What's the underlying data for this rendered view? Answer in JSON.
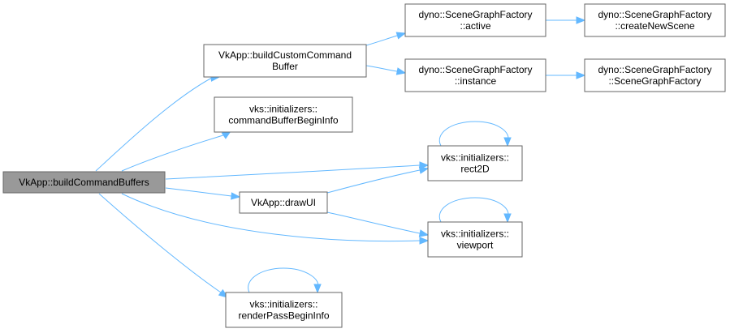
{
  "graph": {
    "colors": {
      "edge": "#63b8ff",
      "node_fill": "#ffffff",
      "root_fill": "#999999",
      "node_border": "#666666"
    },
    "nodes": [
      {
        "id": "root",
        "lines": [
          "VkApp::buildCommandBuffers"
        ],
        "root": true
      },
      {
        "id": "buildcustom",
        "lines": [
          "VkApp::buildCustomCommand",
          "Buffer"
        ]
      },
      {
        "id": "sgf_active",
        "lines": [
          "dyno::SceneGraphFactory",
          "::active"
        ]
      },
      {
        "id": "sgf_create",
        "lines": [
          "dyno::SceneGraphFactory",
          "::createNewScene"
        ]
      },
      {
        "id": "sgf_instance",
        "lines": [
          "dyno::SceneGraphFactory",
          "::instance"
        ]
      },
      {
        "id": "sgf_ctor",
        "lines": [
          "dyno::SceneGraphFactory",
          "::SceneGraphFactory"
        ]
      },
      {
        "id": "cmdbegin",
        "lines": [
          "vks::initializers::",
          "commandBufferBeginInfo"
        ]
      },
      {
        "id": "rect2d",
        "lines": [
          "vks::initializers::",
          "rect2D"
        ]
      },
      {
        "id": "drawui",
        "lines": [
          "VkApp::drawUI"
        ]
      },
      {
        "id": "viewport",
        "lines": [
          "vks::initializers::",
          "viewport"
        ]
      },
      {
        "id": "renderpass",
        "lines": [
          "vks::initializers::",
          "renderPassBeginInfo"
        ]
      }
    ],
    "edges": [
      {
        "from": "root",
        "to": "buildcustom"
      },
      {
        "from": "root",
        "to": "cmdbegin"
      },
      {
        "from": "root",
        "to": "rect2d"
      },
      {
        "from": "root",
        "to": "drawui"
      },
      {
        "from": "root",
        "to": "viewport"
      },
      {
        "from": "root",
        "to": "renderpass"
      },
      {
        "from": "buildcustom",
        "to": "sgf_active"
      },
      {
        "from": "buildcustom",
        "to": "sgf_instance"
      },
      {
        "from": "sgf_active",
        "to": "sgf_create"
      },
      {
        "from": "sgf_instance",
        "to": "sgf_ctor"
      },
      {
        "from": "drawui",
        "to": "rect2d"
      },
      {
        "from": "drawui",
        "to": "viewport"
      },
      {
        "from": "rect2d",
        "to": "rect2d"
      },
      {
        "from": "viewport",
        "to": "viewport"
      },
      {
        "from": "renderpass",
        "to": "renderpass"
      }
    ]
  }
}
